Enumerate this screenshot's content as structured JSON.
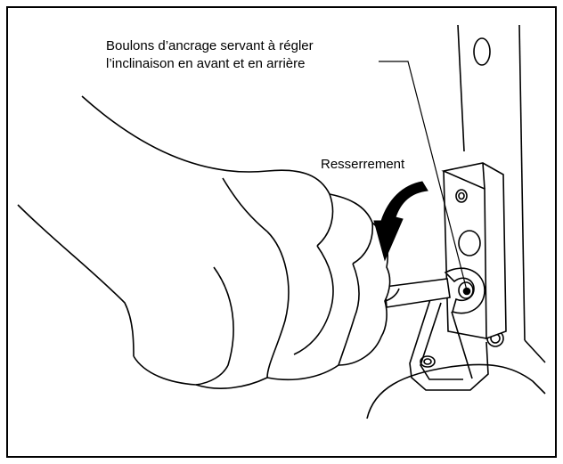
{
  "callouts": {
    "anchor_bolts": {
      "line1": "Boulons d’ancrage servant à régler",
      "line2": "l’inclinaison en avant et en arrière"
    },
    "tightening": "Resserrement"
  },
  "colors": {
    "stroke": "#000000",
    "background": "#ffffff",
    "arrow_fill": "#000000"
  },
  "icons": {
    "rotation_arrow": "curved-arrow-clockwise"
  }
}
